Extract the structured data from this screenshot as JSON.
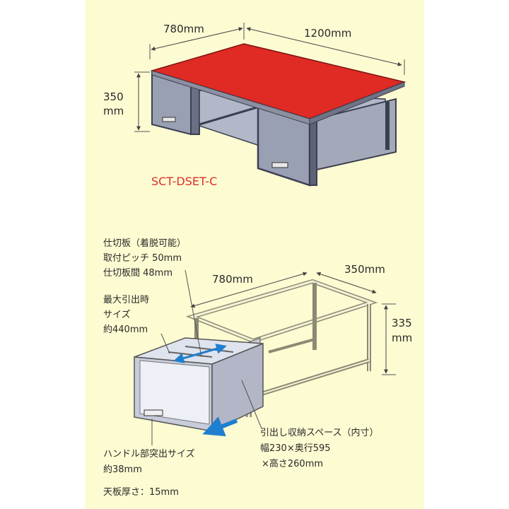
{
  "colors": {
    "background": "#fdfbd2",
    "top_board": "#e02a24",
    "frame": "#7b8094",
    "model_text": "#d8312a",
    "arrow": "#1f7fd0"
  },
  "top_figure": {
    "width_label": "780mm",
    "depth_label": "1200mm",
    "height_label_line1": "350",
    "height_label_line2": "mm",
    "model_name": "SCT-DSET-C"
  },
  "bottom_figure": {
    "width_label": "780mm",
    "depth_label": "350mm",
    "height_label_line1": "335",
    "height_label_line2": "mm",
    "partition_note": [
      "仕切板（着脱可能）",
      "取付ピッチ 50mm",
      "仕切板間 48mm"
    ],
    "max_pull_note": [
      "最大引出時",
      "サイズ",
      "約440mm"
    ],
    "storage_space_note": [
      "引出し収納スペース（内寸）",
      "幅230×奥行595",
      "×高さ260mm"
    ],
    "handle_note": [
      "ハンドル部突出サイズ",
      "約38mm"
    ],
    "top_thickness_note": "天板厚さ：15mm"
  }
}
